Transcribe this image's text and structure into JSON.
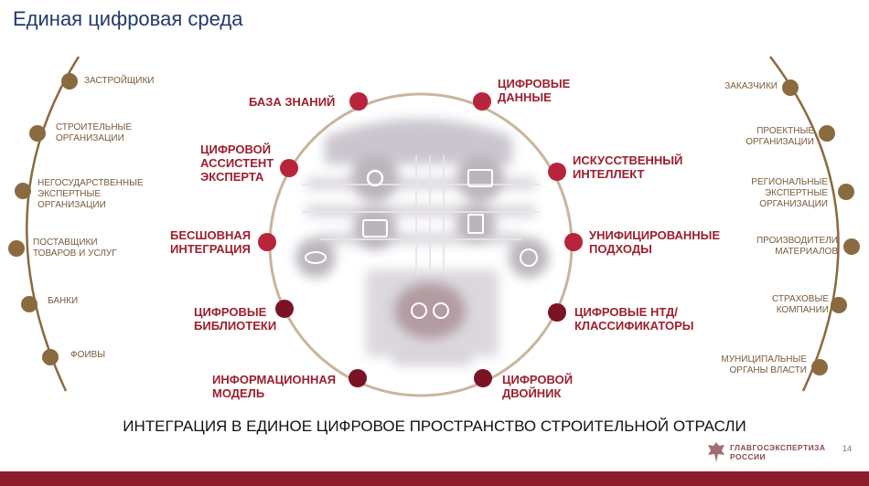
{
  "title": "Единая цифровая среда",
  "tagline": "ИНТЕГРАЦИЯ В ЕДИНОЕ ЦИФРОВОЕ ПРОСТРАНСТВО СТРОИТЕЛЬНОЙ ОТРАСЛИ",
  "page_number": "14",
  "logo": {
    "line1": "ГЛАВГОСЭКСПЕРТИЗА",
    "line2": "РОССИИ"
  },
  "colors": {
    "accent": "#9c1f2f",
    "dark_node": "#7a1424",
    "side": "#8a6a3f",
    "title": "#1f3a6d",
    "bar": "#8d1c2c"
  },
  "center_labels": {
    "knowledge_base": "БАЗА ЗНАНИЙ",
    "digital_data": "ЦИФРОВЫЕ ДАННЫЕ",
    "digital_assistant": "ЦИФРОВОЙ АССИСТЕНТ ЭКСПЕРТА",
    "ai": "ИСКУССТВЕННЫЙ ИНТЕЛЛЕКТ",
    "seamless_integration": "БЕСШОВНАЯ ИНТЕГРАЦИЯ",
    "unified_approaches": "УНИФИЦИРОВАННЫЕ ПОДХОДЫ",
    "digital_libraries": "ЦИФРОВЫЕ БИБЛИОТЕКИ",
    "digital_ntd": "ЦИФРОВЫЕ НТД/ КЛАССИФИКАТОРЫ",
    "info_model": "ИНФОРМАЦИОННАЯ МОДЕЛЬ",
    "digital_twin": "ЦИФРОВОЙ ДВОЙНИК"
  },
  "left_items": [
    "ЗАСТРОЙЩИКИ",
    "СТРОИТЕЛЬНЫЕ ОРГАНИЗАЦИИ",
    "НЕГОСУДАРСТВЕННЫЕ ЭКСПЕРТНЫЕ ОРГАНИЗАЦИИ",
    "ПОСТАВЩИКИ ТОВАРОВ И УСЛУГ",
    "БАНКИ",
    "ФОИВЫ"
  ],
  "right_items": [
    "ЗАКАЗЧИКИ",
    "ПРОЕКТНЫЕ ОРГАНИЗАЦИИ",
    "РЕГИОНАЛЬНЫЕ ЭКСПЕРТНЫЕ ОРГАНИЗАЦИИ",
    "ПРОИЗВОДИТЕЛИ МАТЕРИАЛОВ",
    "СТРАХОВЫЕ КОМПАНИИ",
    "МУНИЦИПАЛЬНЫЕ ОРГАНЫ ВЛАСТИ"
  ]
}
